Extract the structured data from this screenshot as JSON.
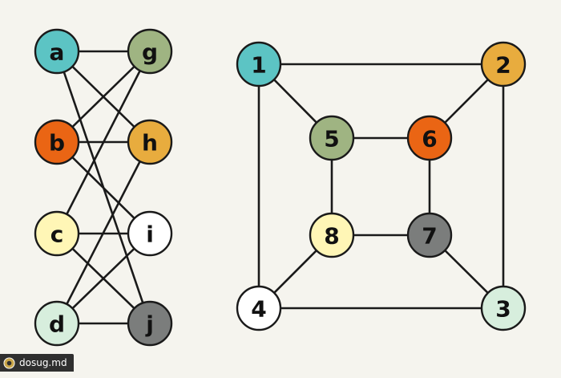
{
  "left_graph": {
    "nodes": [
      {
        "id": "a",
        "label": "a",
        "fill": "#5cc4c4"
      },
      {
        "id": "g",
        "label": "g",
        "fill": "#9fb482"
      },
      {
        "id": "b",
        "label": "b",
        "fill": "#ea6514"
      },
      {
        "id": "h",
        "label": "h",
        "fill": "#e8ac3e"
      },
      {
        "id": "c",
        "label": "c",
        "fill": "#fff6b6"
      },
      {
        "id": "i",
        "label": "i",
        "fill": "#ffffff"
      },
      {
        "id": "d",
        "label": "d",
        "fill": "#d7eedd"
      },
      {
        "id": "j",
        "label": "j",
        "fill": "#7b7d7c"
      }
    ],
    "edges": [
      [
        "a",
        "g"
      ],
      [
        "a",
        "h"
      ],
      [
        "a",
        "j"
      ],
      [
        "b",
        "g"
      ],
      [
        "b",
        "h"
      ],
      [
        "b",
        "i"
      ],
      [
        "c",
        "g"
      ],
      [
        "c",
        "i"
      ],
      [
        "c",
        "j"
      ],
      [
        "d",
        "h"
      ],
      [
        "d",
        "i"
      ],
      [
        "d",
        "j"
      ]
    ]
  },
  "right_graph": {
    "nodes": [
      {
        "id": "1",
        "label": "1",
        "fill": "#5cc4c4"
      },
      {
        "id": "2",
        "label": "2",
        "fill": "#e8ac3e"
      },
      {
        "id": "3",
        "label": "3",
        "fill": "#d7eedd"
      },
      {
        "id": "4",
        "label": "4",
        "fill": "#ffffff"
      },
      {
        "id": "5",
        "label": "5",
        "fill": "#9fb482"
      },
      {
        "id": "6",
        "label": "6",
        "fill": "#ea6514"
      },
      {
        "id": "7",
        "label": "7",
        "fill": "#7b7d7c"
      },
      {
        "id": "8",
        "label": "8",
        "fill": "#fff6b6"
      }
    ],
    "edges": [
      [
        "1",
        "2"
      ],
      [
        "2",
        "3"
      ],
      [
        "3",
        "4"
      ],
      [
        "4",
        "1"
      ],
      [
        "5",
        "6"
      ],
      [
        "6",
        "7"
      ],
      [
        "7",
        "8"
      ],
      [
        "8",
        "5"
      ],
      [
        "1",
        "5"
      ],
      [
        "2",
        "6"
      ],
      [
        "3",
        "7"
      ],
      [
        "4",
        "8"
      ]
    ]
  },
  "colors": {
    "background": "#f5f4ee",
    "edge": "#1a1a1a",
    "node_stroke": "#1a1a1a",
    "label": "#111111"
  },
  "watermark": {
    "text": "dosug.md",
    "icon": "dosug-logo-icon"
  }
}
